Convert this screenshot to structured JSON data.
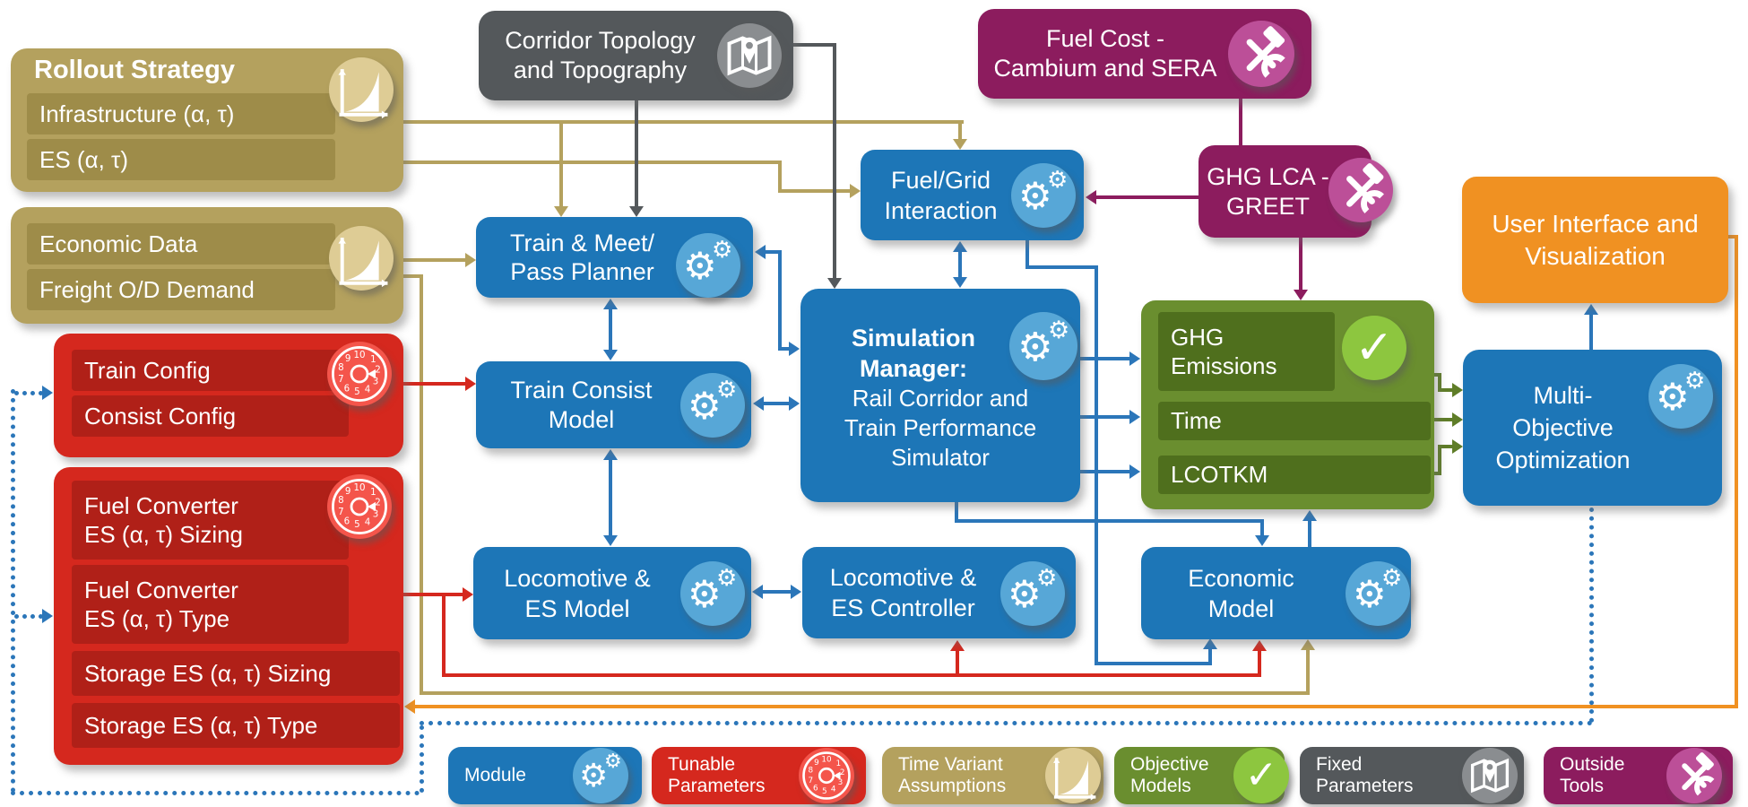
{
  "rollout": {
    "title": "Rollout Strategy",
    "items": [
      "Infrastructure (α, τ)",
      "ES (α, τ)"
    ],
    "icon": "time-variant-chart"
  },
  "economic": {
    "items": [
      "Economic Data",
      "Freight O/D Demand"
    ],
    "icon": "time-variant-chart"
  },
  "corridor": {
    "label": "Corridor Topology\nand Topography",
    "icon": "map"
  },
  "fuel_cost": {
    "label": "Fuel Cost -\nCambium and SERA",
    "icon": "tools"
  },
  "ghg_lca": {
    "label": "GHG LCA -\nGREET",
    "icon": "tools"
  },
  "ui": {
    "label": "User Interface and\nVisualization"
  },
  "modules": {
    "planner": "Train & Meet/\nPass Planner",
    "fuel_grid": "Fuel/Grid\nInteraction",
    "train_consist": "Train Consist\nModel",
    "sim_manager_bold": "Simulation\nManager:",
    "sim_manager_rest": "Rail Corridor and\nTrain Performance\nSimulator",
    "loco_model": "Locomotive &\nES Model",
    "loco_controller": "Locomotive &\nES Controller",
    "econ_model": "Economic\nModel",
    "multi_obj": "Multi-\nObjective\nOptimization"
  },
  "objectives": {
    "items": [
      "GHG\nEmissions",
      "Time",
      "LCOTKM"
    ],
    "icon": "check"
  },
  "tunable": {
    "train_config_items": [
      "Train Config",
      "Consist Config"
    ],
    "es_items": [
      "Fuel Converter\nES (α, τ) Sizing",
      "Fuel Converter\nES (α, τ) Type",
      "Storage ES (α, τ) Sizing",
      "Storage ES (α, τ) Type"
    ],
    "icon": "dial"
  },
  "legend": {
    "module": "Module",
    "tunable": "Tunable\nParameters",
    "time_variant": "Time Variant\nAssumptions",
    "objective": "Objective\nModels",
    "fixed": "Fixed\nParameters",
    "outside": "Outside\nTools"
  },
  "colors": {
    "module_blue": "#1d76b7",
    "gear_circle": "#57a7d7",
    "line_blue": "#2b76b9",
    "tan": "#b4a15e",
    "tan_strip": "#9e8c49",
    "tan_icon": "#decc95",
    "red": "#d5281e",
    "red_strip": "#b02018",
    "dial_circle": "#f4554b",
    "gray": "#54585b",
    "gray_icon": "#8a8d90",
    "purple": "#8c1c5e",
    "purple_icon": "#bc4f98",
    "green": "#6a8e2f",
    "green_strip": "#4f6f1d",
    "check_circle": "#8dc63f",
    "line_green": "#5f7d28",
    "orange": "#f09122",
    "text": "#ffffff"
  }
}
